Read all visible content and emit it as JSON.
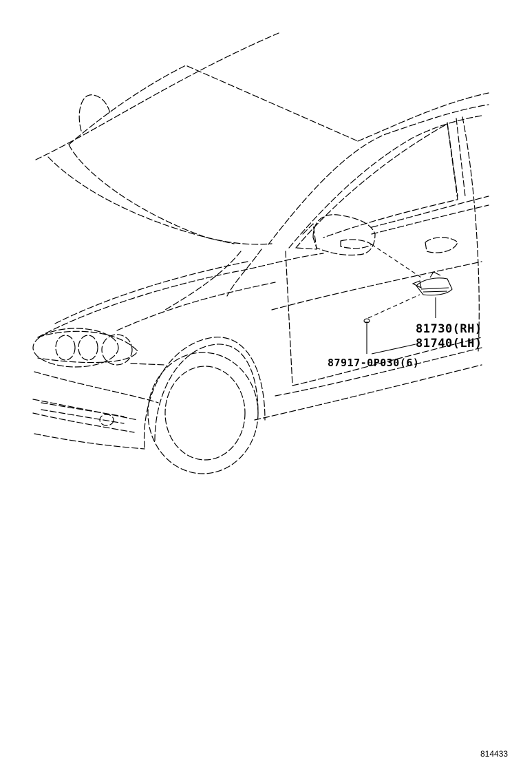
{
  "callouts": {
    "lamp_rh": "81730(RH)",
    "lamp_lh": "81740(LH)",
    "clip": "87917-0P030(6)"
  },
  "diagram_ref": "814433",
  "colors": {
    "ink": "#000000",
    "background": "#ffffff"
  }
}
